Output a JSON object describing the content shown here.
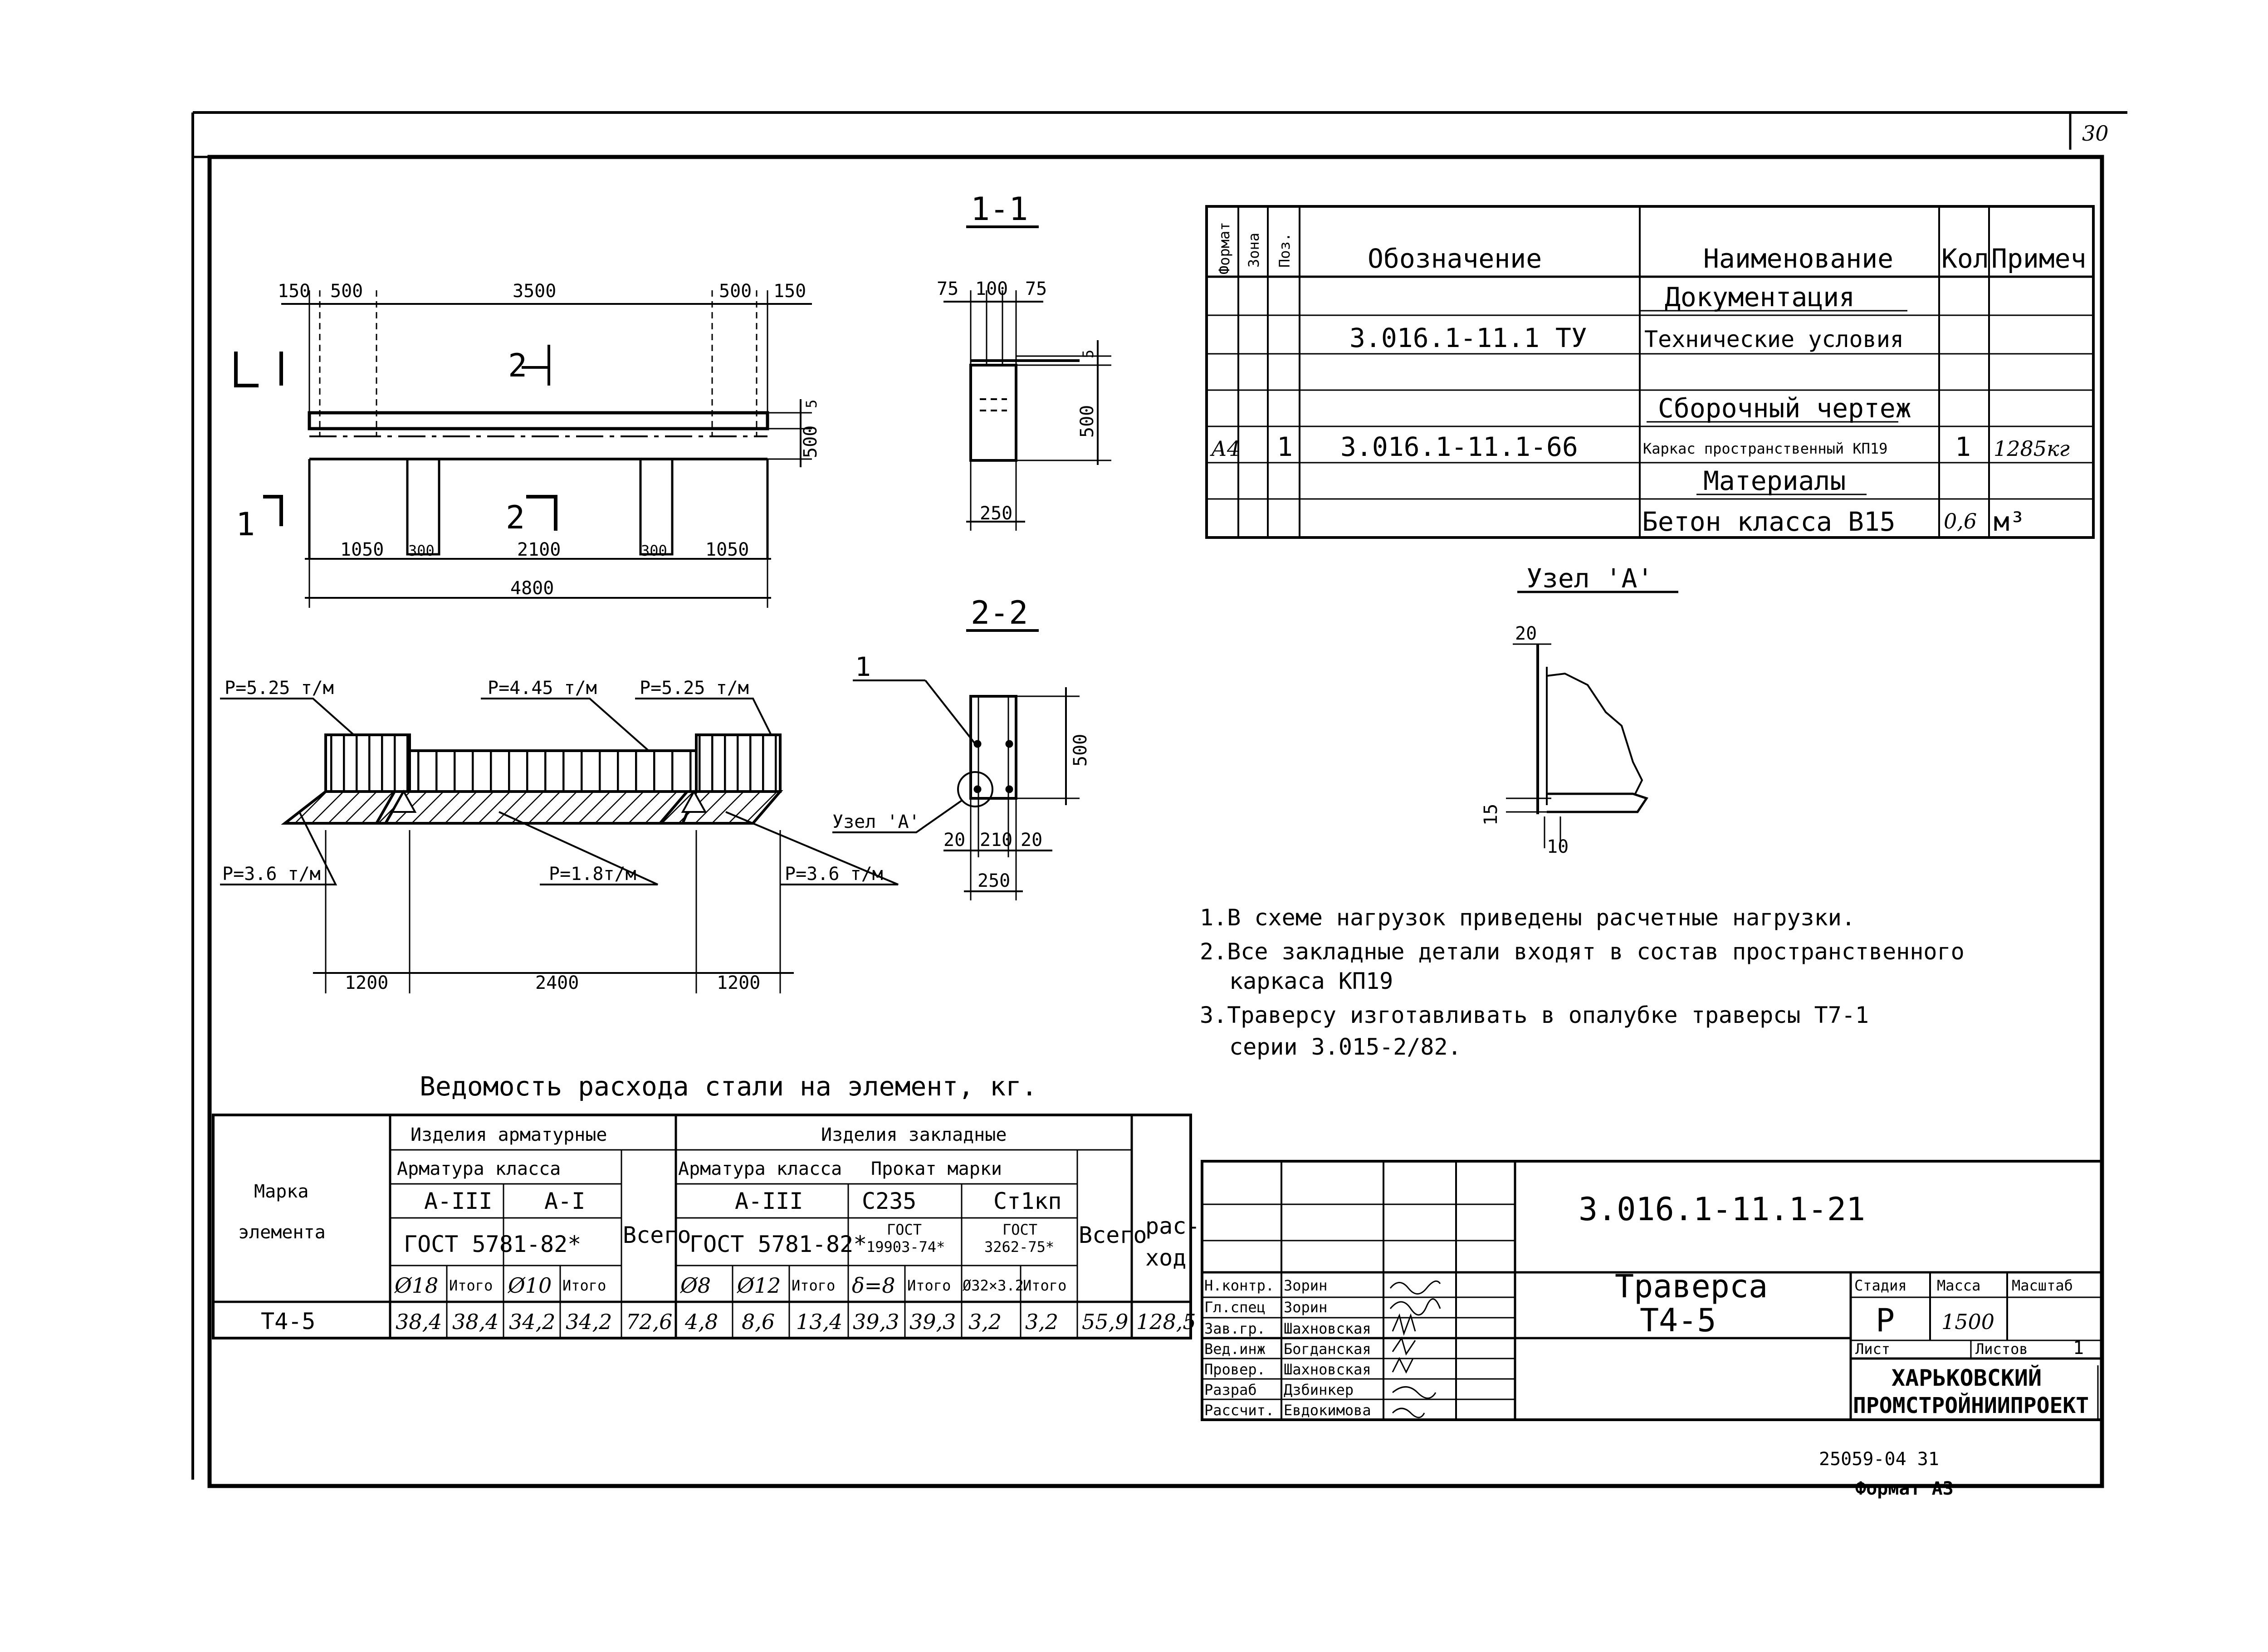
{
  "sheet": {
    "page_number": "30",
    "below_frame_code": "25059-04 31",
    "format": "Формат А3"
  },
  "views": {
    "section_1_1": "1-1",
    "section_2_2": "2-2",
    "node_a_title": "Узел 'А'",
    "node_a_callout": "Узел 'А'",
    "leader_1": "1",
    "cut_mark_1": "1",
    "cut_mark_2": "2"
  },
  "plan_dims": {
    "top": [
      "150",
      "500",
      "3500",
      "500",
      "150"
    ],
    "bottom": [
      "1050",
      "300",
      "2100",
      "300",
      "1050"
    ],
    "total": "4800",
    "right_5": "5",
    "right_500": "500"
  },
  "section_1_1_dims": {
    "top": [
      "75",
      "100",
      "75"
    ],
    "right_5": "5",
    "right_500": "500",
    "bottom": "250"
  },
  "section_2_2_dims": {
    "height": "500",
    "bottom": [
      "20",
      "210",
      "20"
    ],
    "total": "250"
  },
  "node_a_dims": {
    "top": "20",
    "left": "15",
    "bottom": "10"
  },
  "load_scheme": {
    "labels": [
      "P=5.25 т/м",
      "P=4.45 т/м",
      "P=5.25 т/м",
      "P=3.6 т/м",
      "P=1.8т/м",
      "P=3.6 т/м"
    ],
    "dims": [
      "1200",
      "2400",
      "1200"
    ]
  },
  "spec_table": {
    "headers": {
      "format": "Формат",
      "zone": "Зона",
      "pos": "Поз.",
      "designation": "Обозначение",
      "name": "Наименование",
      "qty": "Кол",
      "note": "Примеч"
    },
    "section_documentation": "Документация",
    "doc_row": {
      "designation": "3.016.1-11.1 ТУ",
      "name": "Технические условия"
    },
    "section_assembly": "Сборочный чертеж",
    "assembly_row": {
      "format": "А4",
      "pos": "1",
      "designation": "3.016.1-11.1-66",
      "name": "Каркас пространственный КП19",
      "qty": "1",
      "note": "1285кг"
    },
    "section_materials": "Материалы",
    "material_row": {
      "name": "Бетон класса В15",
      "qty": "0,6",
      "note": "м³"
    }
  },
  "notes": [
    "1.В схеме нагрузок приведены расчетные нагрузки.",
    "2.Все закладные детали входят в состав пространственного",
    "каркаса КП19",
    "3.Траверсу изготавливать в опалубке траверсы Т7-1",
    "серии 3.015-2/82."
  ],
  "steel_table": {
    "title": "Ведомость расхода стали на элемент, кг.",
    "mark_header": [
      "Марка",
      "элемента"
    ],
    "reinf_items": "Изделия арматурные",
    "embedded_items": "Изделия закладные",
    "rebar_class": "Арматура класса",
    "rebar_class_2": "Арматура класса",
    "rolled_mark": "Прокат марки",
    "a3": "А-III",
    "a1": "А-I",
    "a3_2": "А-III",
    "c235": "С235",
    "st1kp": "Ст1кп",
    "gost_5781": "ГОСТ 5781-82*",
    "gost_5781_2": "ГОСТ 5781-82*",
    "gost_19903": [
      "ГОСТ",
      "19903-74*"
    ],
    "gost_3262": [
      "ГОСТ",
      "3262-75*"
    ],
    "total": "Всего",
    "total_2": "Всего",
    "consumption": [
      "рас-",
      "ход"
    ],
    "sub": [
      "Ø18",
      "Итого",
      "Ø10",
      "Итого",
      "Ø8",
      "Ø12",
      "Итого",
      "δ=8",
      "Итого",
      "Ø32×3.2",
      "Итого"
    ],
    "row": {
      "mark": "Т4-5",
      "values": [
        "38,4",
        "38,4",
        "34,2",
        "34,2",
        "72,6",
        "4,8",
        "8,6",
        "13,4",
        "39,3",
        "39,3",
        "3,2",
        "3,2",
        "55,9",
        "128,5"
      ]
    }
  },
  "title_block": {
    "doc_code": "3.016.1-11.1-21",
    "title": [
      "Траверса",
      "Т4-5"
    ],
    "stage_h": "Стадия",
    "mass_h": "Масса",
    "scale_h": "Масштаб",
    "stage": "Р",
    "mass": "1500",
    "sheet_h": "Лист",
    "sheets_h": "Листов",
    "sheets": "1",
    "org": [
      "ХАРЬКОВСКИЙ",
      "ПРОМСТРОЙНИИПРОЕКТ"
    ],
    "roles": [
      "Н.контр.",
      "Гл.спец",
      "Зав.гр.",
      "Вед.инж",
      "Провер.",
      "Разраб",
      "Рассчит."
    ],
    "names": [
      "Зорин",
      "Зорин",
      "Шахновская",
      "Богданская",
      "Шахновская",
      "Дзбинкер",
      "Евдокимова"
    ]
  }
}
